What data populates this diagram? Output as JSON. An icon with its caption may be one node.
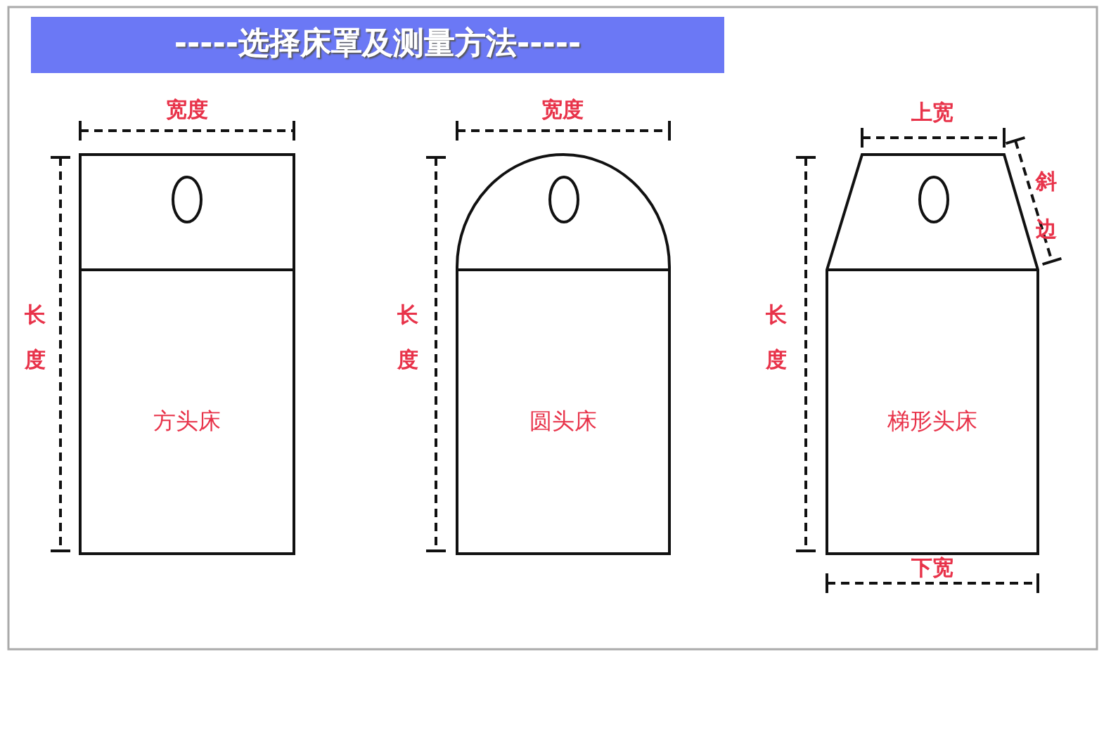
{
  "diagram": {
    "title": "-----选择床罩及测量方法-----",
    "nodes": [
      {
        "text": [
          "方头床"
        ]
      },
      {
        "text": [
          "圆头床"
        ]
      },
      {
        "text": [
          "梯形头床"
        ]
      }
    ],
    "labels": [
      "宽度",
      "长度",
      "宽度",
      "长度",
      "上宽",
      "斜边",
      "长度",
      "下宽"
    ]
  }
}
